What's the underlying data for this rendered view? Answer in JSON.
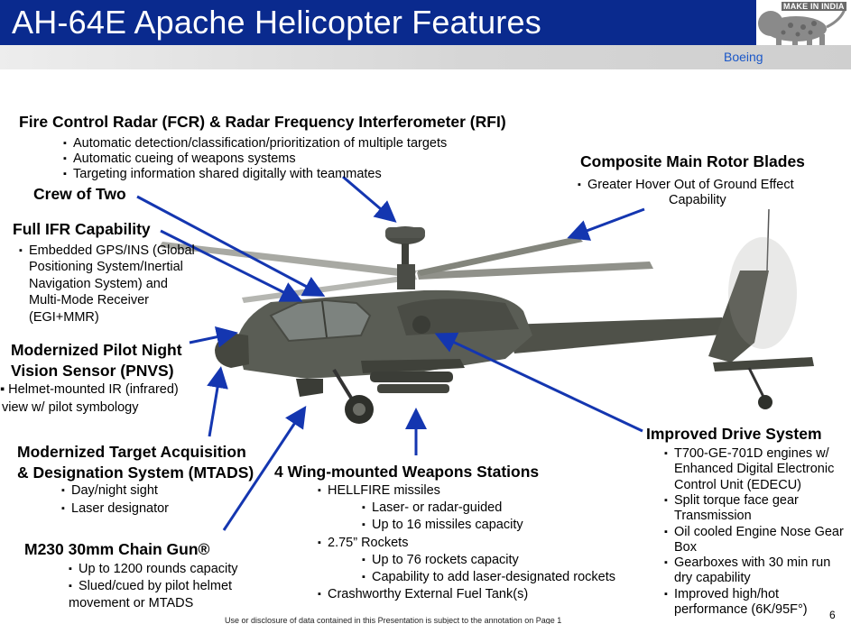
{
  "header": {
    "title": "AH-64E Apache Helicopter Features",
    "company": "Boeing",
    "logo_text": "MAKE IN INDIA",
    "bar_color": "#0a2a8e"
  },
  "sections": {
    "fcr": {
      "heading": "Fire Control Radar (FCR) & Radar Frequency Interferometer (RFI)",
      "bullets": [
        "Automatic detection/classification/prioritization of multiple targets",
        "Automatic cueing of weapons systems",
        "Targeting information shared digitally with teammates"
      ]
    },
    "crew": {
      "heading": "Crew of Two"
    },
    "ifr": {
      "heading": "Full IFR Capability",
      "bullets": [
        "Embedded GPS/INS (Global Positioning System/Inertial Navigation System) and Multi-Mode Receiver (EGI+MMR)"
      ]
    },
    "pnvs": {
      "heading_1": "Modernized Pilot Night",
      "heading_2": "Vision Sensor (PNVS)",
      "bullet_1": "Helmet-mounted IR (infrared)",
      "bullet_2": "view w/ pilot symbology"
    },
    "mtads": {
      "heading_1": "Modernized Target Acquisition",
      "heading_2": "& Designation System (MTADS)",
      "bullets": [
        "Day/night sight",
        "Laser designator"
      ]
    },
    "gun": {
      "heading": "M230 30mm Chain Gun®",
      "bullets": [
        "Up to 1200 rounds capacity",
        "Slued/cued by pilot helmet"
      ],
      "bullet_cont": "movement or MTADS"
    },
    "wings": {
      "heading": "4 Wing-mounted Weapons Stations",
      "hellfire": "HELLFIRE missiles",
      "hellfire_sub": [
        "Laser- or radar-guided",
        "Up to 16 missiles capacity"
      ],
      "rockets": "2.75” Rockets",
      "rockets_sub": [
        "Up to 76 rockets capacity",
        "Capability to add laser-designated rockets"
      ],
      "tank": "Crashworthy External Fuel Tank(s)"
    },
    "rotor": {
      "heading": "Composite Main Rotor Blades",
      "bullet_1": "Greater Hover Out of Ground Effect",
      "bullet_2": "Capability"
    },
    "drive": {
      "heading": "Improved Drive System",
      "bullets": [
        "T700-GE-701D engines w/ Enhanced Digital Electronic Control Unit (EDECU)",
        "Split torque face gear Transmission",
        "Oil cooled Engine Nose Gear Box",
        "Gearboxes with 30 min run dry capability",
        "Improved high/hot performance (6K/95F°)"
      ]
    }
  },
  "footer": {
    "notice": "Use or disclosure of data contained in this Presentation is subject to the annotation on Page 1",
    "page": "6"
  }
}
